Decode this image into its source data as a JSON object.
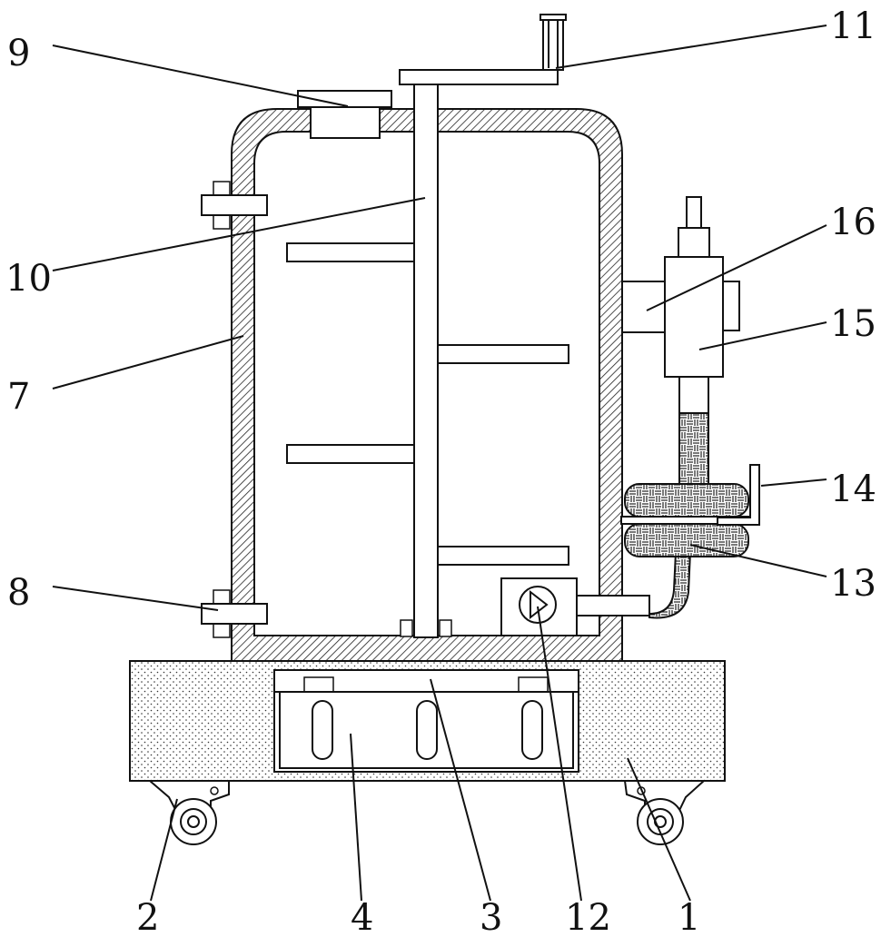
{
  "labels": [
    {
      "id": "1",
      "text": "1"
    },
    {
      "id": "2",
      "text": "2"
    },
    {
      "id": "3",
      "text": "3"
    },
    {
      "id": "4",
      "text": "4"
    },
    {
      "id": "7",
      "text": "7"
    },
    {
      "id": "8",
      "text": "8"
    },
    {
      "id": "9",
      "text": "9"
    },
    {
      "id": "10",
      "text": "10"
    },
    {
      "id": "11",
      "text": "11"
    },
    {
      "id": "12",
      "text": "12"
    },
    {
      "id": "13",
      "text": "13"
    },
    {
      "id": "14",
      "text": "14"
    },
    {
      "id": "15",
      "text": "15"
    },
    {
      "id": "16",
      "text": "16"
    }
  ]
}
